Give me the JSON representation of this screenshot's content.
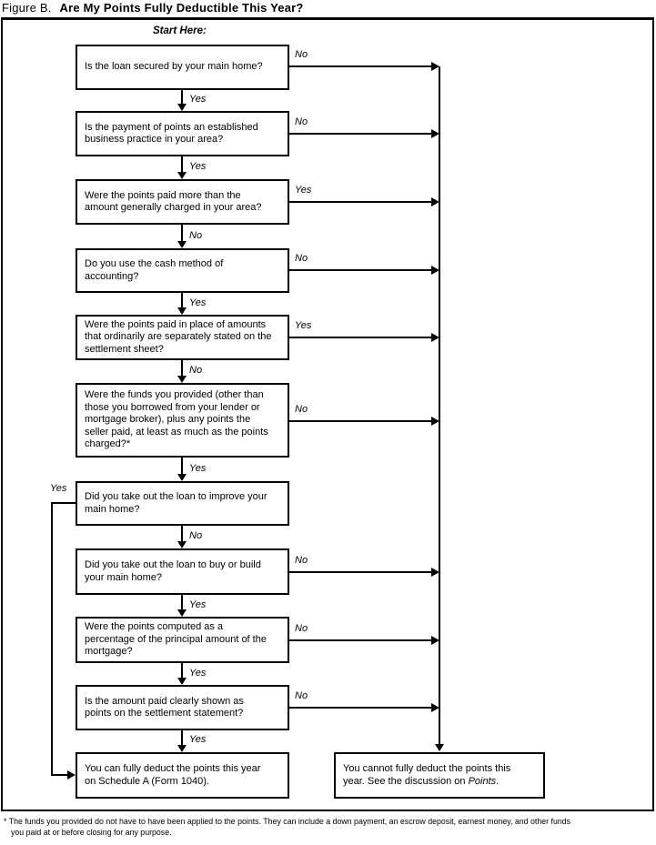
{
  "title": {
    "prefix": "Figure B.",
    "main": "Are My Points Fully Deductible This Year?"
  },
  "start_label": "Start Here:",
  "boxes": [
    {
      "text": "Is the loan secured by your main home?"
    },
    {
      "text": "Is the payment of points an established\nbusiness practice in your area?"
    },
    {
      "text": "Were the points paid more than the\namount generally charged in your area?"
    },
    {
      "text": "Do you use the cash method of\naccounting?"
    },
    {
      "text": "Were the points paid in place of amounts\nthat ordinarily are separately stated on the\nsettlement sheet?"
    },
    {
      "text": "Were the funds you provided (other than\nthose you borrowed from your lender or\nmortgage broker), plus any points the\nseller paid, at least as much as the points\ncharged?*"
    },
    {
      "text": "Did you take out the loan to improve your\nmain home?"
    },
    {
      "text": "Did you take out the loan to buy or build\nyour main home?"
    },
    {
      "text": "Were the points computed as a\npercentage of the principal amount of the\nmortgage?"
    },
    {
      "text": "Is the amount paid clearly shown as\npoints on the settlement statement?"
    },
    {
      "text": "You can fully deduct the points this year\non Schedule A (Form 1040)."
    },
    {
      "text": "You cannot fully deduct the points this\nyear. See the discussion on ",
      "italic": "Points",
      "suffix": "."
    }
  ],
  "labels": {
    "v1": "Yes",
    "v2": "Yes",
    "v3": "No",
    "v4": "Yes",
    "v5": "No",
    "v6": "Yes",
    "v7": "No",
    "v8": "Yes",
    "v9": "Yes",
    "v10": "Yes",
    "h1": "No",
    "h2": "No",
    "h3": "Yes",
    "h4": "No",
    "h5": "Yes",
    "h6": "No",
    "h8": "No",
    "h9": "No",
    "h10": "No",
    "left7": "Yes"
  },
  "footnote": {
    "line1": "* The funds you provided do not have to have been applied to the points. They can include a down payment, an escrow deposit, earnest money, and other funds",
    "line2": "you paid at or before closing for any purpose."
  },
  "colors": {
    "line": "#000000",
    "background": "#ffffff"
  }
}
